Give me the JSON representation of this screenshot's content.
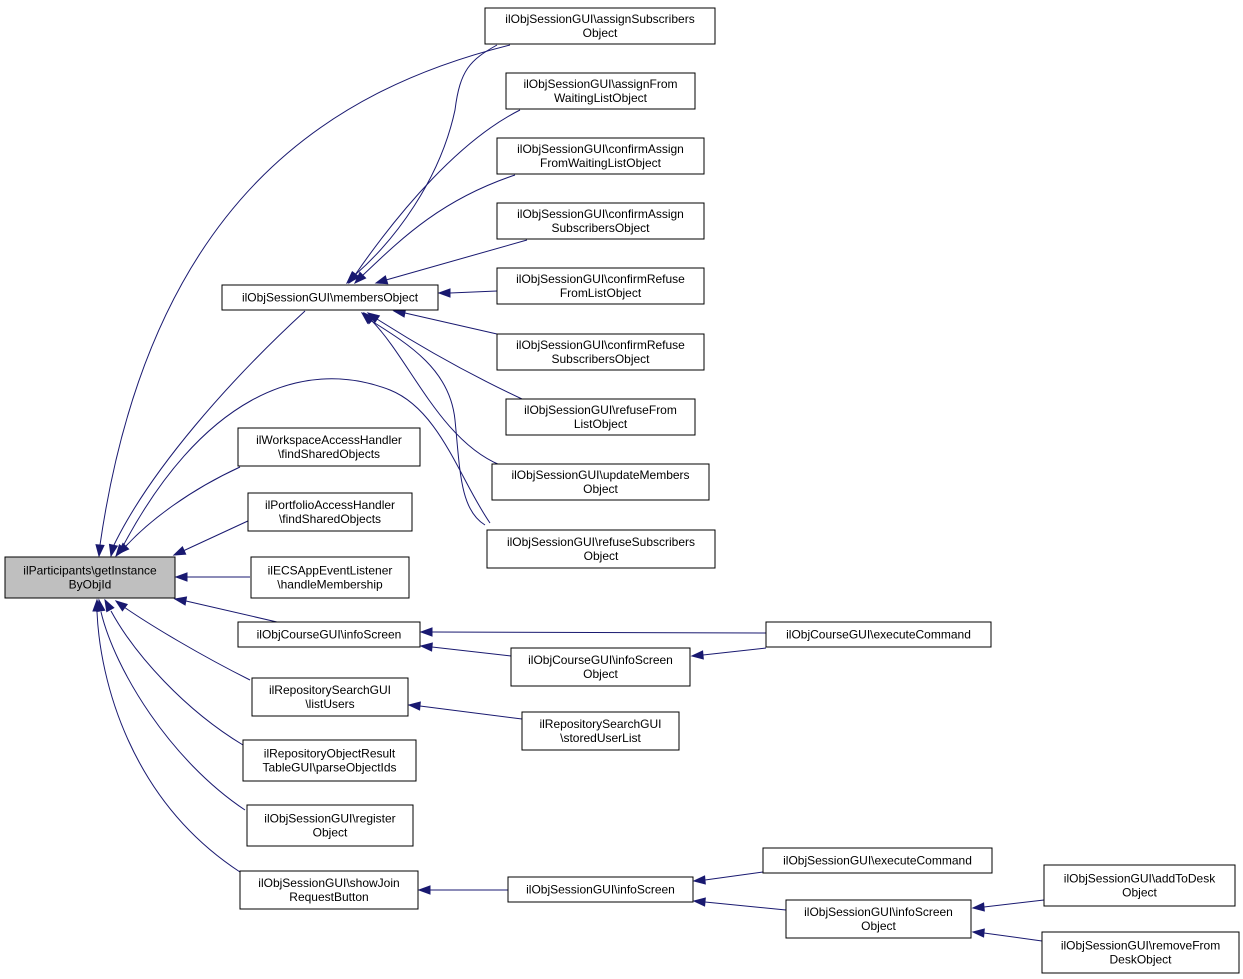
{
  "graph": {
    "arrow_color": "#191970",
    "root_fill": "#bfbfbf",
    "nodes": [
      {
        "id": "root",
        "lines": [
          "ilParticipants\\getInstance",
          "ByObjId"
        ]
      },
      {
        "id": "members",
        "lines": [
          "ilObjSessionGUI\\membersObject"
        ]
      },
      {
        "id": "assignSub",
        "lines": [
          "ilObjSessionGUI\\assignSubscribers",
          "Object"
        ]
      },
      {
        "id": "assignFrom",
        "lines": [
          "ilObjSessionGUI\\assignFrom",
          "WaitingListObject"
        ]
      },
      {
        "id": "confAssignFrom",
        "lines": [
          "ilObjSessionGUI\\confirmAssign",
          "FromWaitingListObject"
        ]
      },
      {
        "id": "confAssignSub",
        "lines": [
          "ilObjSessionGUI\\confirmAssign",
          "SubscribersObject"
        ]
      },
      {
        "id": "confRefuseFrom",
        "lines": [
          "ilObjSessionGUI\\confirmRefuse",
          "FromListObject"
        ]
      },
      {
        "id": "confRefuseSub",
        "lines": [
          "ilObjSessionGUI\\confirmRefuse",
          "SubscribersObject"
        ]
      },
      {
        "id": "refuseFrom",
        "lines": [
          "ilObjSessionGUI\\refuseFrom",
          "ListObject"
        ]
      },
      {
        "id": "updateMembers",
        "lines": [
          "ilObjSessionGUI\\updateMembers",
          "Object"
        ]
      },
      {
        "id": "refuseSub",
        "lines": [
          "ilObjSessionGUI\\refuseSubscribers",
          "Object"
        ]
      },
      {
        "id": "workspace",
        "lines": [
          "ilWorkspaceAccessHandler",
          "\\findSharedObjects"
        ]
      },
      {
        "id": "portfolio",
        "lines": [
          "ilPortfolioAccessHandler",
          "\\findSharedObjects"
        ]
      },
      {
        "id": "ecs",
        "lines": [
          "ilECSAppEventListener",
          "\\handleMembership"
        ]
      },
      {
        "id": "courseInfo",
        "lines": [
          "ilObjCourseGUI\\infoScreen"
        ]
      },
      {
        "id": "courseExec",
        "lines": [
          "ilObjCourseGUI\\executeCommand"
        ]
      },
      {
        "id": "courseInfoObj",
        "lines": [
          "ilObjCourseGUI\\infoScreen",
          "Object"
        ]
      },
      {
        "id": "repoList",
        "lines": [
          "ilRepositorySearchGUI",
          "\\listUsers"
        ]
      },
      {
        "id": "repoStored",
        "lines": [
          "ilRepositorySearchGUI",
          "\\storedUserList"
        ]
      },
      {
        "id": "repoResult",
        "lines": [
          "ilRepositoryObjectResult",
          "TableGUI\\parseObjectIds"
        ]
      },
      {
        "id": "register",
        "lines": [
          "ilObjSessionGUI\\register",
          "Object"
        ]
      },
      {
        "id": "showJoin",
        "lines": [
          "ilObjSessionGUI\\showJoin",
          "RequestButton"
        ]
      },
      {
        "id": "sessInfo",
        "lines": [
          "ilObjSessionGUI\\infoScreen"
        ]
      },
      {
        "id": "sessExec",
        "lines": [
          "ilObjSessionGUI\\executeCommand"
        ]
      },
      {
        "id": "sessInfoObj",
        "lines": [
          "ilObjSessionGUI\\infoScreen",
          "Object"
        ]
      },
      {
        "id": "addDesk",
        "lines": [
          "ilObjSessionGUI\\addToDesk",
          "Object"
        ]
      },
      {
        "id": "removeDesk",
        "lines": [
          "ilObjSessionGUI\\removeFrom",
          "DeskObject"
        ]
      }
    ],
    "edges": [
      {
        "from": "assignSub",
        "to": "root"
      },
      {
        "from": "members",
        "to": "root"
      },
      {
        "from": "refuseSub",
        "to": "root"
      },
      {
        "from": "workspace",
        "to": "root"
      },
      {
        "from": "portfolio",
        "to": "root"
      },
      {
        "from": "ecs",
        "to": "root"
      },
      {
        "from": "courseInfo",
        "to": "root"
      },
      {
        "from": "repoList",
        "to": "root"
      },
      {
        "from": "repoResult",
        "to": "root"
      },
      {
        "from": "register",
        "to": "root"
      },
      {
        "from": "showJoin",
        "to": "root"
      },
      {
        "from": "assignSub",
        "to": "members"
      },
      {
        "from": "assignFrom",
        "to": "members"
      },
      {
        "from": "confAssignFrom",
        "to": "members"
      },
      {
        "from": "confAssignSub",
        "to": "members"
      },
      {
        "from": "confRefuseFrom",
        "to": "members"
      },
      {
        "from": "confRefuseSub",
        "to": "members"
      },
      {
        "from": "refuseFrom",
        "to": "members"
      },
      {
        "from": "updateMembers",
        "to": "members"
      },
      {
        "from": "refuseSub",
        "to": "members"
      },
      {
        "from": "courseExec",
        "to": "courseInfo"
      },
      {
        "from": "courseInfoObj",
        "to": "courseInfo"
      },
      {
        "from": "courseExec",
        "to": "courseInfoObj"
      },
      {
        "from": "repoStored",
        "to": "repoList"
      },
      {
        "from": "sessInfo",
        "to": "showJoin"
      },
      {
        "from": "sessExec",
        "to": "sessInfo"
      },
      {
        "from": "sessInfoObj",
        "to": "sessInfo"
      },
      {
        "from": "addDesk",
        "to": "sessInfoObj"
      },
      {
        "from": "removeDesk",
        "to": "sessInfoObj"
      }
    ]
  }
}
